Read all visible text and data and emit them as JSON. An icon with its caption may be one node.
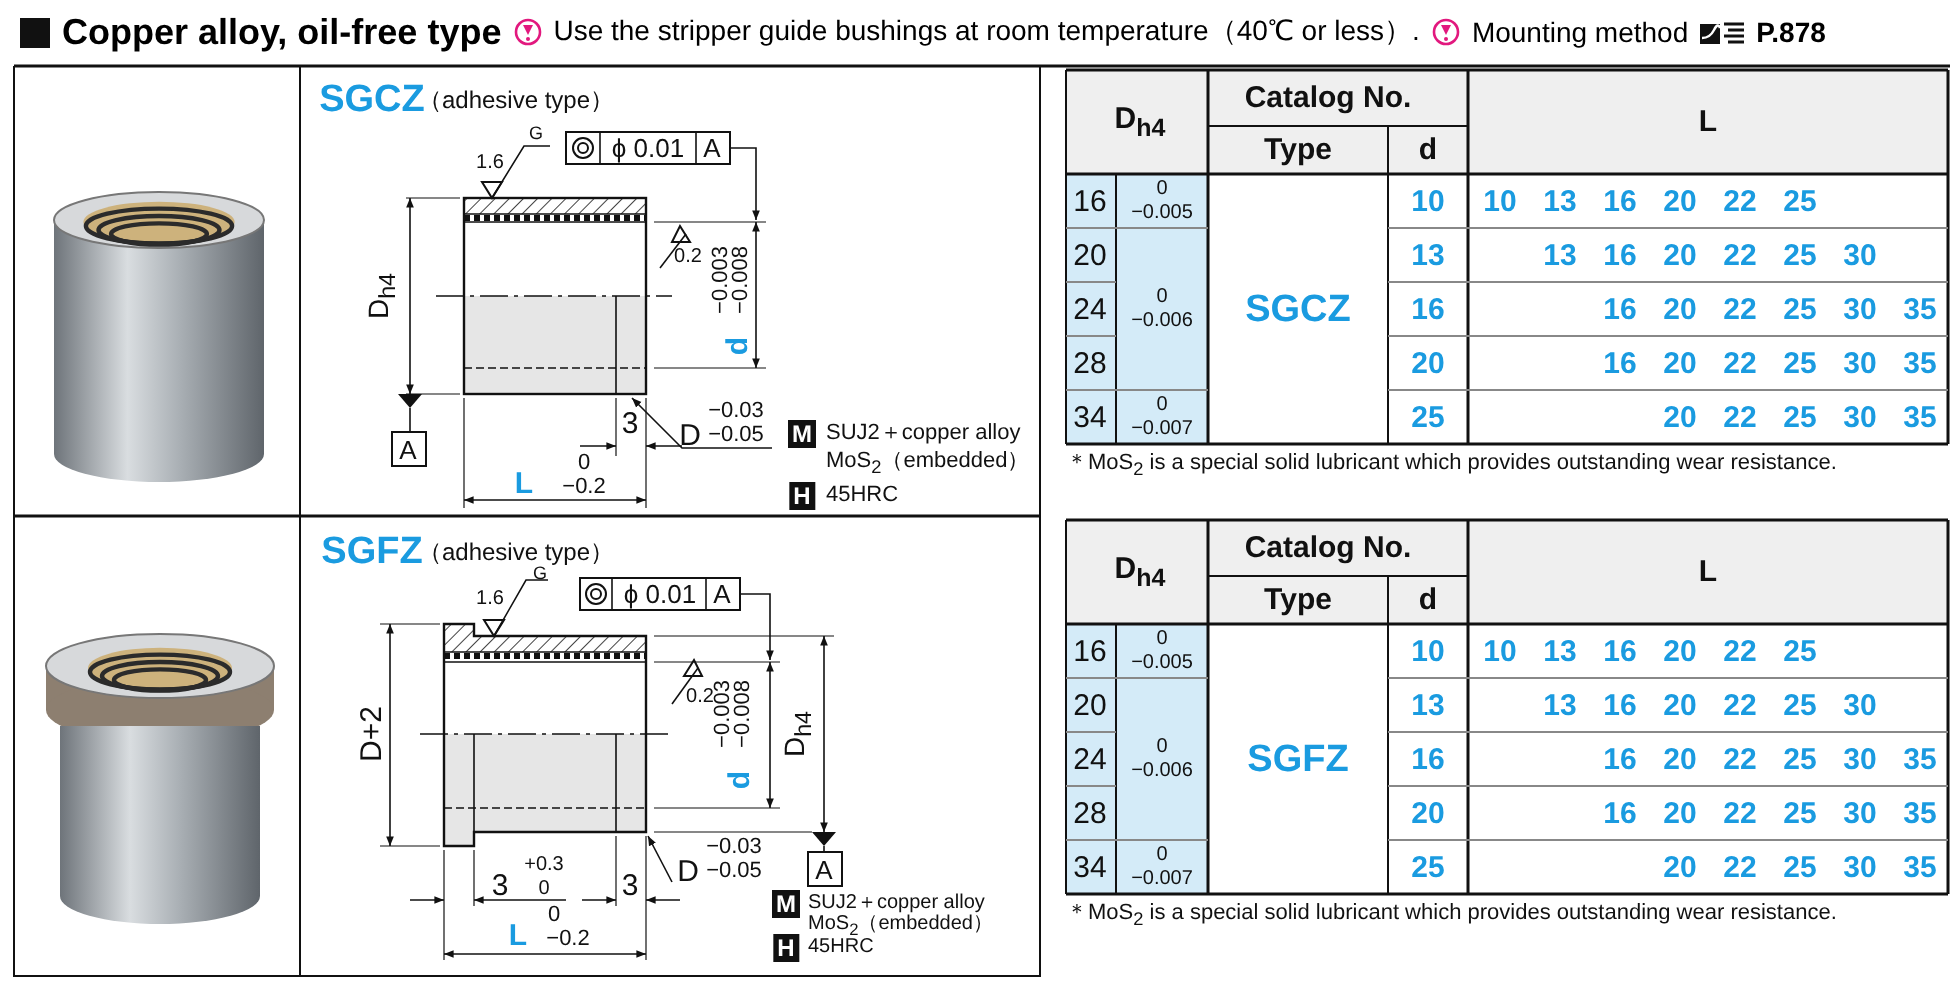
{
  "diagram": {
    "title": "Copper alloy, oil-free type",
    "labels": [
      "Use the stripper guide bushings at room temperature（40℃ or less）.",
      "Mounting method",
      "P.878",
      "SGCZ",
      "（adhesive type）",
      "G",
      "1.6",
      "ϕ 0.01",
      "A",
      "0.2",
      "D$_{h4}$",
      "−0.003",
      "−0.008",
      "d",
      "A",
      "3",
      "D",
      "−0.03",
      "−0.05",
      "M",
      "SUJ2＋copper alloy",
      "0",
      "MoS$_{2}$（embedded）",
      "L",
      "−0.2",
      "H",
      "45HRC",
      "D$_{h4}$",
      "Catalog No.",
      "L",
      "Type",
      "d",
      "16",
      "0",
      "−0.005",
      "SGCZ",
      "10",
      "10",
      "13",
      "16",
      "20",
      "22",
      "25",
      "20",
      "13",
      "13",
      "16",
      "20",
      "22",
      "25",
      "30",
      "24",
      "0",
      "−0.006",
      "16",
      "16",
      "20",
      "22",
      "25",
      "30",
      "35",
      "28",
      "20",
      "16",
      "20",
      "22",
      "25",
      "30",
      "35",
      "34",
      "0",
      "−0.007",
      "25",
      "20",
      "22",
      "25",
      "30",
      "35",
      "＊MoS$_{2}$ is a special solid lubricant which provides outstanding wear resistance.",
      "SGFZ",
      "（adhesive type）",
      "G",
      "1.6",
      "ϕ 0.01",
      "A",
      "D+2",
      "0.2",
      "−0.003",
      "−0.008",
      "d",
      "D$_{h4}$",
      "D",
      "−0.03",
      "−0.05",
      "A",
      "3",
      "+0.3",
      "0",
      "3",
      "M",
      "SUJ2＋copper alloy",
      "0",
      "MoS$_{2}$（embedded）",
      "L",
      "−0.2",
      "H",
      "45HRC",
      "D$_{h4}$",
      "Catalog No.",
      "L",
      "Type",
      "d",
      "16",
      "0",
      "−0.005",
      "SGFZ",
      "10",
      "10",
      "13",
      "16",
      "20",
      "22",
      "25",
      "20",
      "13",
      "13",
      "16",
      "20",
      "22",
      "25",
      "30",
      "24",
      "0",
      "−0.006",
      "16",
      "16",
      "20",
      "22",
      "25",
      "30",
      "35",
      "28",
      "20",
      "16",
      "20",
      "22",
      "25",
      "30",
      "35",
      "34",
      "0",
      "−0.007",
      "25",
      "20",
      "22",
      "25",
      "30",
      "35",
      "＊MoS$_{2}$ is a special solid lubricant which provides outstanding wear resistance."
    ]
  }
}
